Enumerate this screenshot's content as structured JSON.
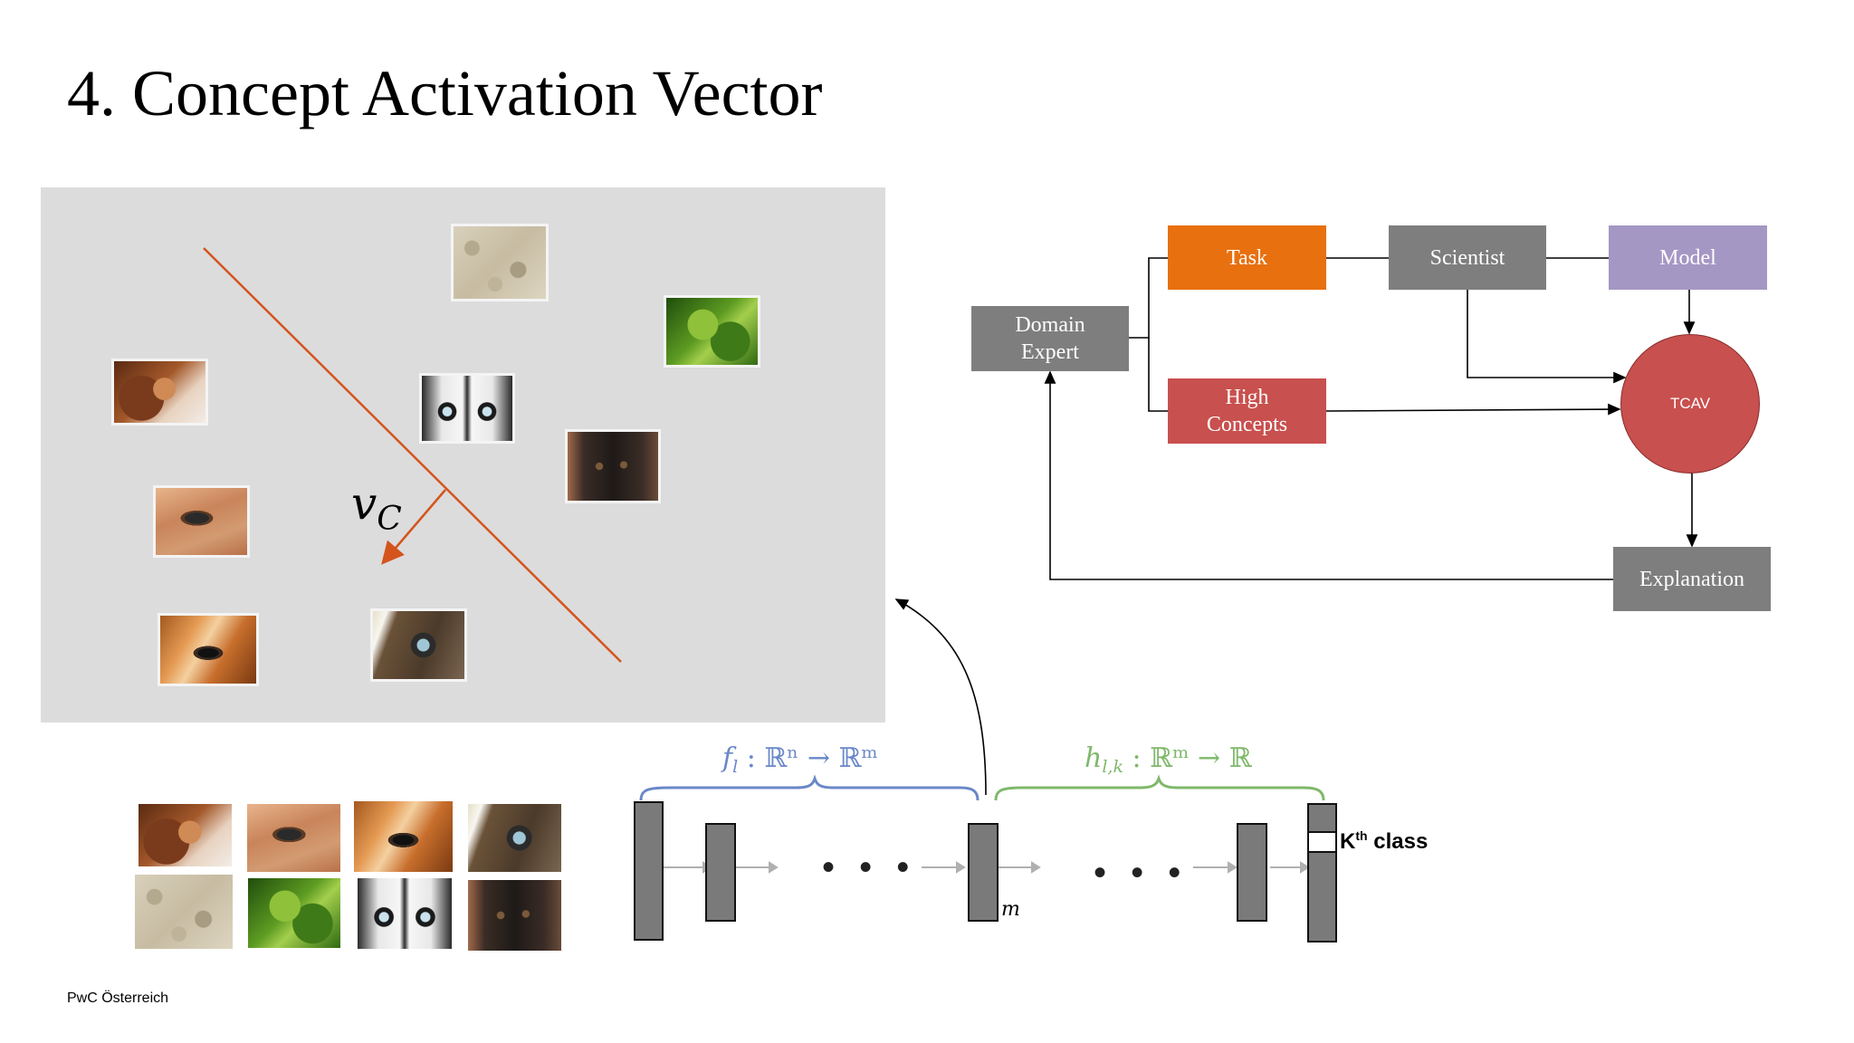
{
  "slide": {
    "title": "4. Concept Activation Vector",
    "footer": "PwC Österreich"
  },
  "concept_space": {
    "vector_label": "v",
    "vector_subscript": "C",
    "line_color": "#d4541c",
    "background": "#dcdcdd"
  },
  "flowchart": {
    "task": "Task",
    "scientist": "Scientist",
    "model": "Model",
    "domain_expert": [
      "Domain",
      "Expert"
    ],
    "high_concepts": [
      "High",
      "Concepts"
    ],
    "tcav": "TCAV",
    "explanation": "Explanation",
    "colors": {
      "gray": "#7e7e7e",
      "task": "#e8700f",
      "concepts": "#c8504e",
      "model": "#a597c4",
      "tcav": "#c8504e"
    }
  },
  "network": {
    "f_label": "f",
    "f_sub": "l",
    "f_rest": " : ℝⁿ → ℝᵐ",
    "h_label": "h",
    "h_sub": "l,k",
    "h_rest": " : ℝᵐ → ℝ",
    "ellipsis": "• • •",
    "m_label": "m",
    "kth_label": "K",
    "kth_sup": "th",
    "kth_suffix": " class",
    "f_color": "#6a88c8",
    "h_color": "#7fb86a"
  }
}
